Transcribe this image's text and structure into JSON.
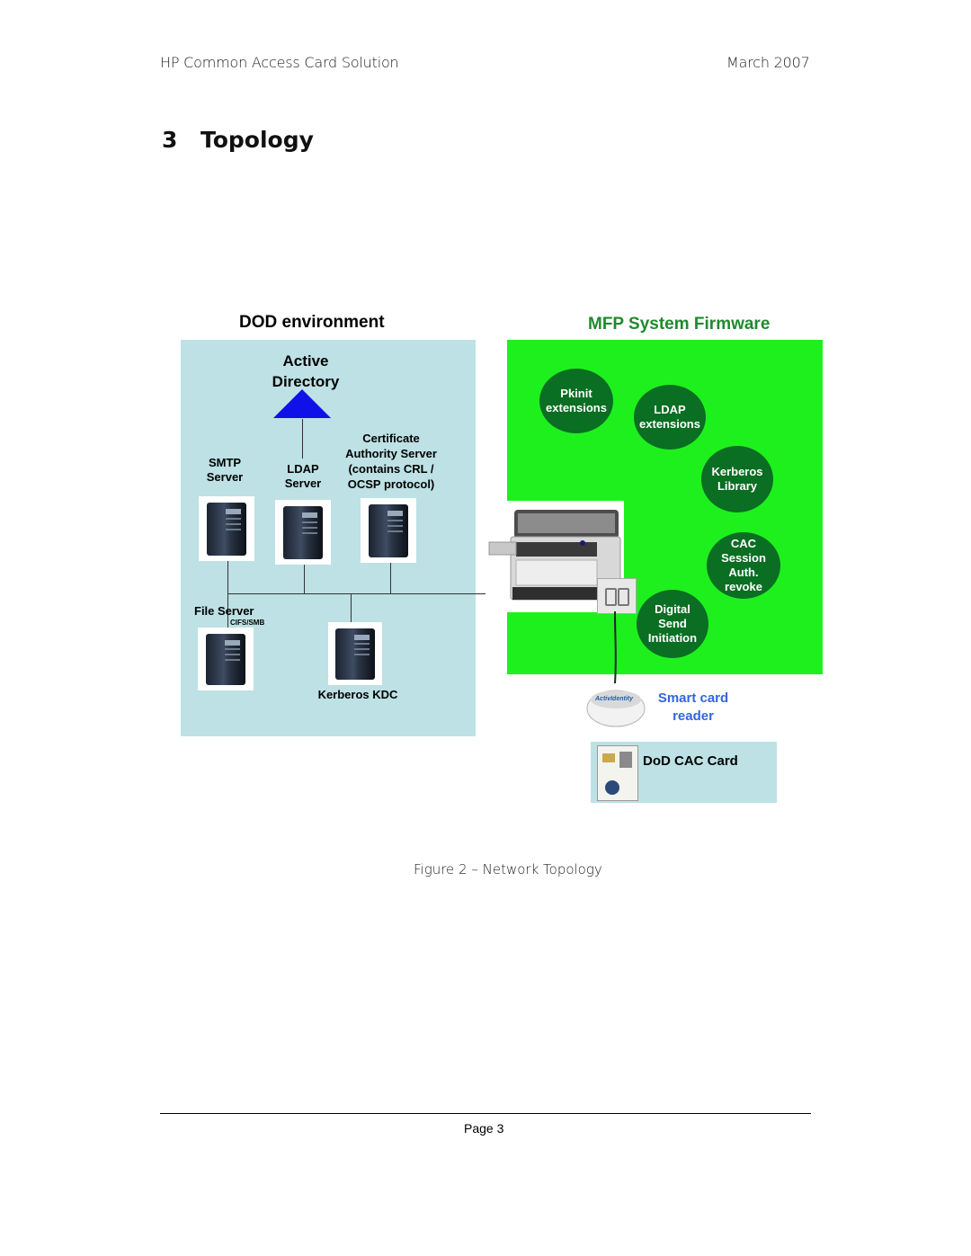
{
  "header": {
    "left": "HP Common Access Card Solution",
    "right": "March 2007"
  },
  "section": {
    "number": "3",
    "title": "Topology"
  },
  "diagram": {
    "dod_title": "DOD environment",
    "mfp_title": "MFP System Firmware",
    "active_directory": [
      "Active",
      "Directory"
    ],
    "smtp": [
      "SMTP",
      "Server"
    ],
    "ldap": [
      "LDAP",
      "Server"
    ],
    "ca": [
      "Certificate",
      "Authority Server",
      "(contains CRL /",
      "OCSP protocol)"
    ],
    "file_server": "File Server",
    "cifs": "CIFS/SMB",
    "kdc": "Kerberos KDC",
    "pkinit": [
      "Pkinit",
      "extensions"
    ],
    "ldap_ext": [
      "LDAP",
      "extensions"
    ],
    "kerberos_lib": [
      "Kerberos",
      "Library"
    ],
    "cac_session": [
      "CAC",
      "Session",
      "Auth.",
      "revoke"
    ],
    "digital_send": [
      "Digital",
      "Send",
      "Initiation"
    ],
    "smart_card": [
      "Smart card",
      "reader"
    ],
    "reader_brand": "ActivIdentity",
    "cac_card": "DoD CAC Card"
  },
  "caption": "Figure 2 – Network Topology",
  "footer": {
    "page": "Page 3"
  },
  "colors": {
    "dod_bg": "#bde1e4",
    "mfp_bg": "#1ef01e",
    "circle": "#0a6e23",
    "mfp_title": "#1f8a2e",
    "reader_label": "#3366dd",
    "triangle": "#1010e8"
  }
}
